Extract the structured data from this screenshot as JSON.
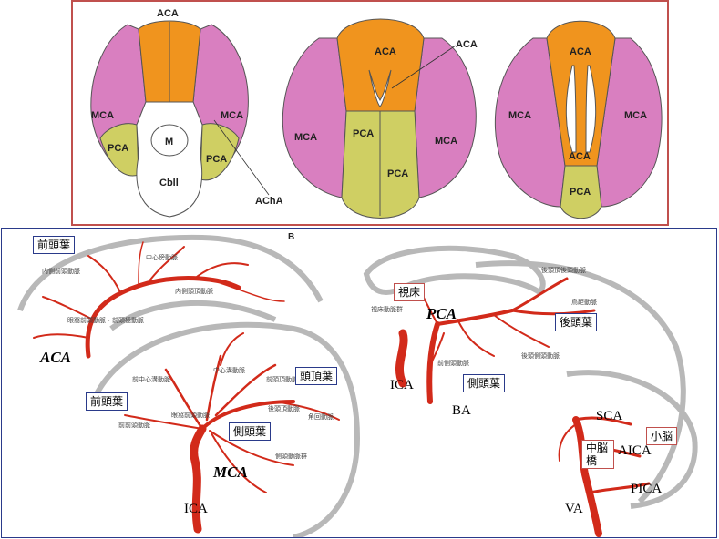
{
  "top_panel": {
    "section1": {
      "aca": "ACA",
      "mca_left": "MCA",
      "mca_right": "MCA",
      "pca_left": "PCA",
      "pca_right": "PCA",
      "m": "M",
      "cbll": "Cbll",
      "acha": "AChA"
    },
    "section2": {
      "aca_callout": "ACA",
      "aca": "ACA",
      "mca_left": "MCA",
      "mca_right": "MCA",
      "pca_left": "PCA",
      "pca_right": "PCA"
    },
    "section3": {
      "aca_upper": "ACA",
      "aca_lower": "ACA",
      "mca_left": "MCA",
      "mca_right": "MCA",
      "pca": "PCA"
    },
    "colors": {
      "aca": "#f0941e",
      "mca": "#d97fc0",
      "pca": "#cfcf63",
      "white": "#ffffff",
      "border": "#c0504d"
    }
  },
  "bottom_panel": {
    "label": "B",
    "aca_view": {
      "artery": "ACA",
      "frontal_lobe": "前頭葉",
      "small": [
        "中心傍動脈",
        "内側前頭動脈",
        "内側頭頂動脈",
        "眼窩前頭動脈・前頭極動脈"
      ]
    },
    "mca_view": {
      "artery": "MCA",
      "ica": "ICA",
      "frontal_lobe": "前頭葉",
      "parietal_lobe": "頭頂葉",
      "temporal_lobe": "側頭葉",
      "small": [
        "中心溝動脈",
        "前中心溝動脈",
        "前頭頂動脈",
        "後頭頂動脈",
        "前前頭動脈",
        "眼窩前頭動脈",
        "角回動脈",
        "側頭動脈群"
      ]
    },
    "pca_view": {
      "artery": "PCA",
      "ica": "ICA",
      "ba": "BA",
      "thalamus": "視床",
      "occipital_lobe": "後頭葉",
      "temporal_lobe": "側頭葉",
      "small": [
        "視床動脈群",
        "後頭頂後頭動脈",
        "鳥距動脈",
        "後頭側頭動脈",
        "前側頭動脈"
      ]
    },
    "posterior_view": {
      "sca": "SCA",
      "aica": "AICA",
      "pica": "PICA",
      "va": "VA",
      "cerebellum": "小脳",
      "pons": "中脳橋"
    }
  },
  "colors": {
    "artery": "#d22a1a",
    "outline": "#b8b8b8",
    "box_blue": "#2a3a8a",
    "box_red": "#c0504d"
  }
}
